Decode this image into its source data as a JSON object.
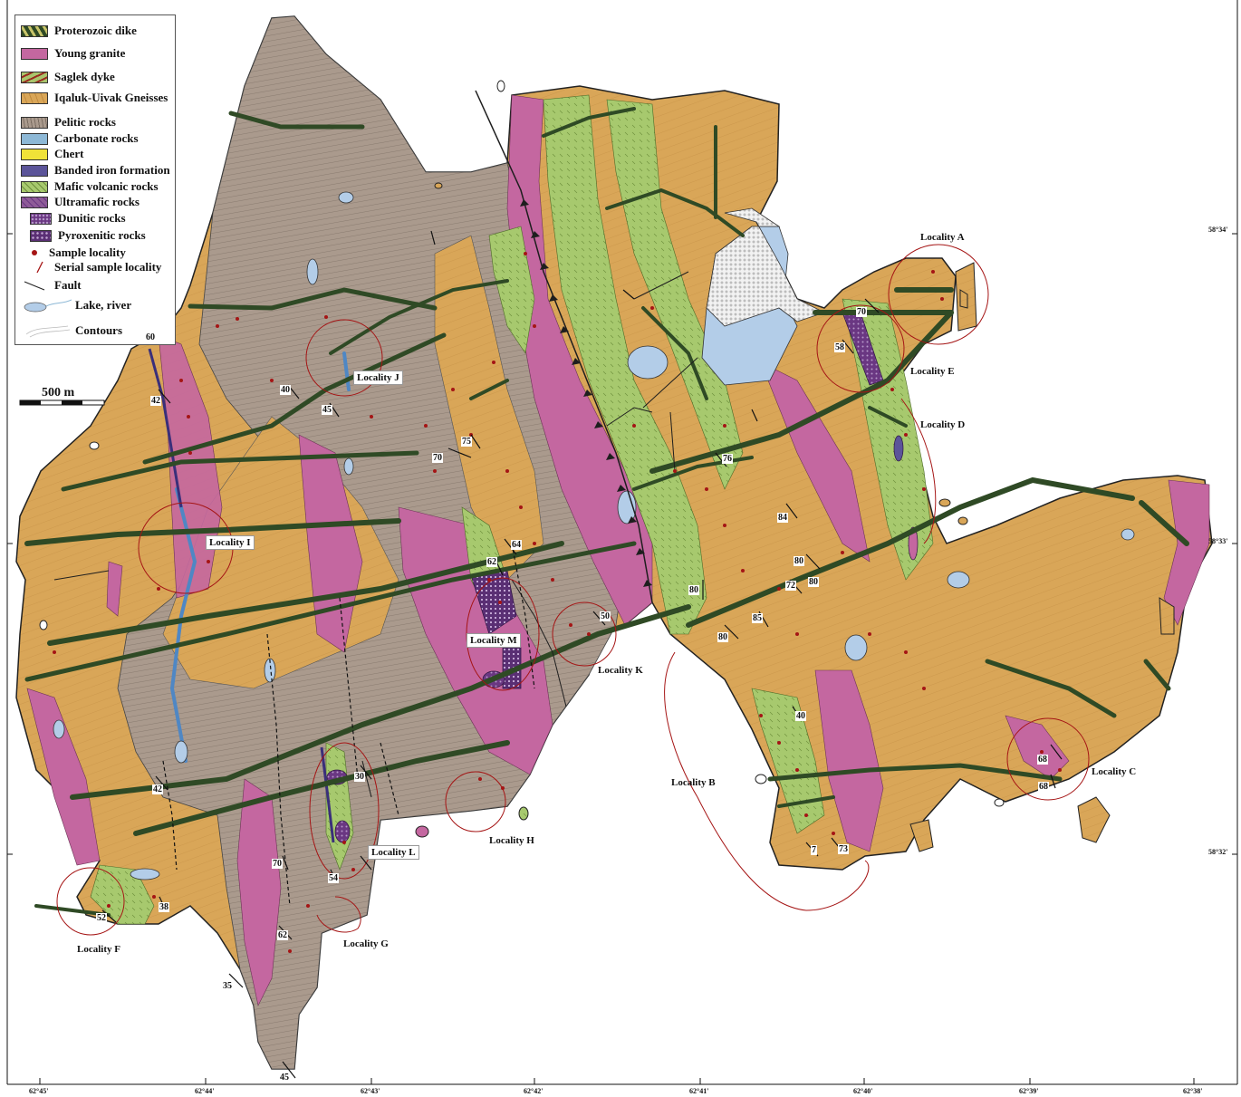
{
  "legend": [
    {
      "label": "Proterozoic dike",
      "color": "#2f4a25"
    },
    {
      "label": "Young granite",
      "color": "#c467a0"
    },
    {
      "label": "Saglek dyke",
      "color": "#a9c46c"
    },
    {
      "label": "Iqaluk-Uivak Gneisses",
      "color": "#d9a658"
    },
    {
      "label": "Pelitic rocks",
      "color": "#aa9a8d"
    },
    {
      "label": "Carbonate rocks",
      "color": "#8db8d6"
    },
    {
      "label": "Chert",
      "color": "#f0e238"
    },
    {
      "label": "Banded iron formation",
      "color": "#5b5499"
    },
    {
      "label": "Mafic volcanic rocks",
      "color": "#a7c96e"
    },
    {
      "label": "Ultramafic rocks",
      "color": "#8e5b98"
    },
    {
      "label": "Dunitic rocks",
      "color": "#6a3782"
    },
    {
      "label": "Pyroxenitic rocks",
      "color": "#6a3782"
    },
    {
      "label": "Sample locality",
      "color": "#a51515"
    },
    {
      "label": "Serial sample locality",
      "color": "#a51515"
    },
    {
      "label": "Fault",
      "color": "#222222"
    },
    {
      "label": "Lake, river",
      "color": "#b3cde8"
    },
    {
      "label": "Contours",
      "color": "#bbbbbb"
    }
  ],
  "scale_bar": {
    "label": "500 m"
  },
  "localities": [
    {
      "id": "A",
      "label": "Locality A"
    },
    {
      "id": "B",
      "label": "Locality B"
    },
    {
      "id": "C",
      "label": "Locality C"
    },
    {
      "id": "D",
      "label": "Locality D"
    },
    {
      "id": "E",
      "label": "Locality E"
    },
    {
      "id": "F",
      "label": "Locality F"
    },
    {
      "id": "G",
      "label": "Locality G"
    },
    {
      "id": "H",
      "label": "Locality H"
    },
    {
      "id": "I",
      "label": "Locality I"
    },
    {
      "id": "J",
      "label": "Locality J"
    },
    {
      "id": "K",
      "label": "Locality K"
    },
    {
      "id": "L",
      "label": "Locality L"
    },
    {
      "id": "M",
      "label": "Locality M"
    }
  ],
  "dip_values": [
    "60",
    "42",
    "40",
    "45",
    "70",
    "75",
    "64",
    "62",
    "50",
    "42",
    "30",
    "70",
    "54",
    "62",
    "35",
    "45",
    "38",
    "52",
    "70",
    "58",
    "76",
    "84",
    "80",
    "80",
    "72",
    "80",
    "85",
    "80",
    "40",
    "68",
    "68",
    "7",
    "73"
  ],
  "lat_labels": [
    "58°34'",
    "58°33'",
    "58°32'"
  ],
  "lon_labels": [
    "62°45'",
    "62°44'",
    "62°43'",
    "62°42'",
    "62°41'",
    "62°40'",
    "62°39'",
    "62°38'"
  ]
}
